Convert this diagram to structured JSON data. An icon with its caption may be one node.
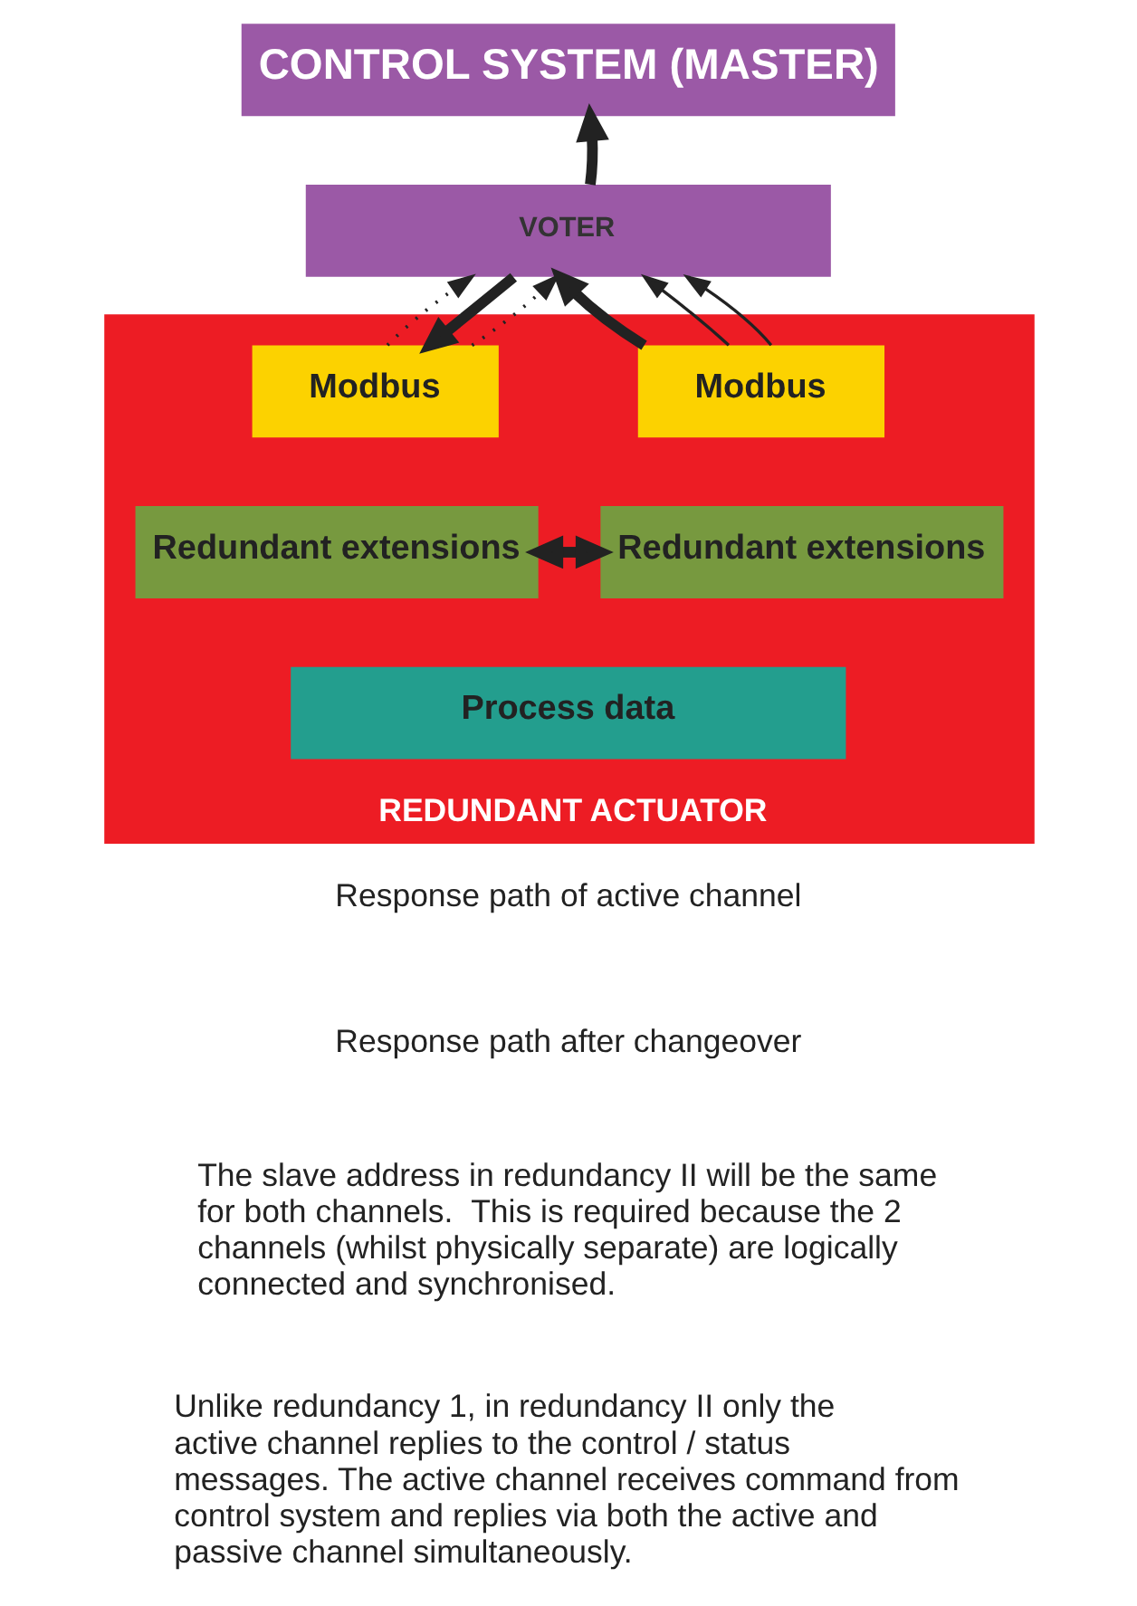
{
  "diagram": {
    "nodes": [
      {
        "text": [
          "CONTROL SYSTEM (MASTER)"
        ]
      },
      {
        "text": [
          "VOTER"
        ]
      },
      {
        "text": [
          "REDUNDANT ACTUATOR"
        ]
      },
      {
        "text": [
          "Modbus"
        ],
        "in": 2
      },
      {
        "text": [
          "Modbus"
        ],
        "in": 2
      },
      {
        "text": [
          "Redundant extensions"
        ],
        "in": 2
      },
      {
        "text": [
          "Redundant extensions"
        ],
        "in": 2
      },
      {
        "text": [
          "Process data"
        ],
        "in": 2
      }
    ],
    "edges": [
      {
        "from": 1,
        "to": 0,
        "arrow": "to",
        "style": "thick"
      },
      {
        "from": 1,
        "to": 3,
        "arrow": "to",
        "style": "thick"
      },
      {
        "from": 4,
        "to": 1,
        "arrow": "to",
        "style": "thick"
      },
      {
        "from": 3,
        "to": 1,
        "arrow": "to",
        "style": "dashed"
      },
      {
        "from": 3,
        "to": 1,
        "arrow": "to",
        "style": "dashed"
      },
      {
        "from": 4,
        "to": 1,
        "arrow": "to"
      },
      {
        "from": 4,
        "to": 1,
        "arrow": "to"
      },
      {
        "from": 5,
        "to": 6,
        "arrow": "both",
        "style": "thick"
      }
    ],
    "legend": [
      {
        "text": "Response path of active channel"
      },
      {
        "text": "Response path after changeover"
      }
    ],
    "labels": [
      "The slave address in redundancy II will be the same for both channels.  This is required because the 2 channels (whilst physically separate) are logically connected and synchronised.",
      "Unlike redundancy 1, in redundancy II only the active channel replies to the control / status messages. The active channel receives command from control system and replies via both the active and passive channel simultaneously."
    ]
  }
}
